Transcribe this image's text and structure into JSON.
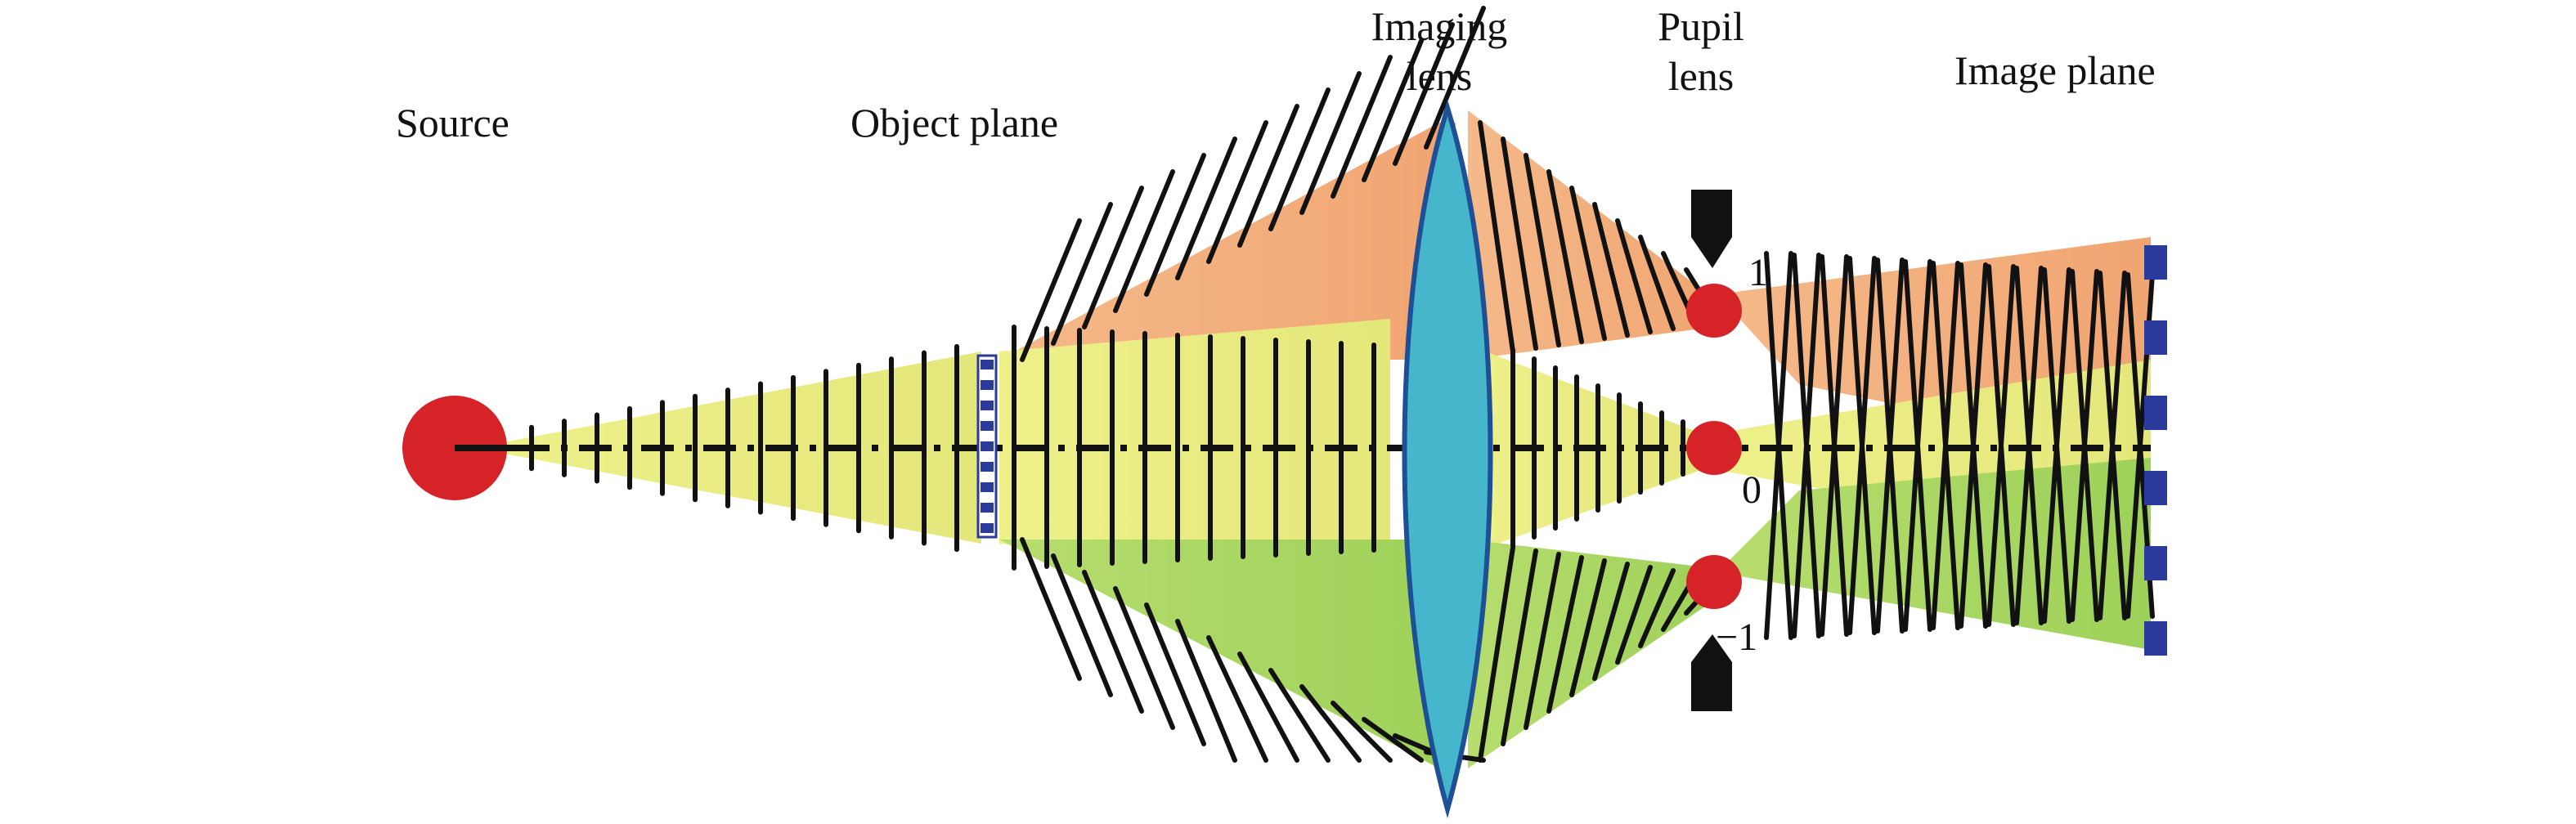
{
  "labels": {
    "source": "Source",
    "object_plane": "Object plane",
    "imaging_lens_line1": "Imaging",
    "imaging_lens_line2": "lens",
    "pupil_lens_line1": "Pupil",
    "pupil_lens_line2": "lens",
    "image_plane": "Image plane"
  },
  "diffraction_orders": {
    "plus_one": "1",
    "zero": "0",
    "minus_one": "−1"
  },
  "colors": {
    "source": "#d62328",
    "pupil_spot": "#d62328",
    "lens": "#46b6cc",
    "lens_outline": "#1f4f95",
    "beam_zero_order": "#e8ea7e",
    "beam_plus_one_order": "#f2b07a",
    "beam_minus_one_order": "#a8d865",
    "grating": "#2a3b9b",
    "stops": "#111111",
    "wavefronts": "#111111"
  }
}
